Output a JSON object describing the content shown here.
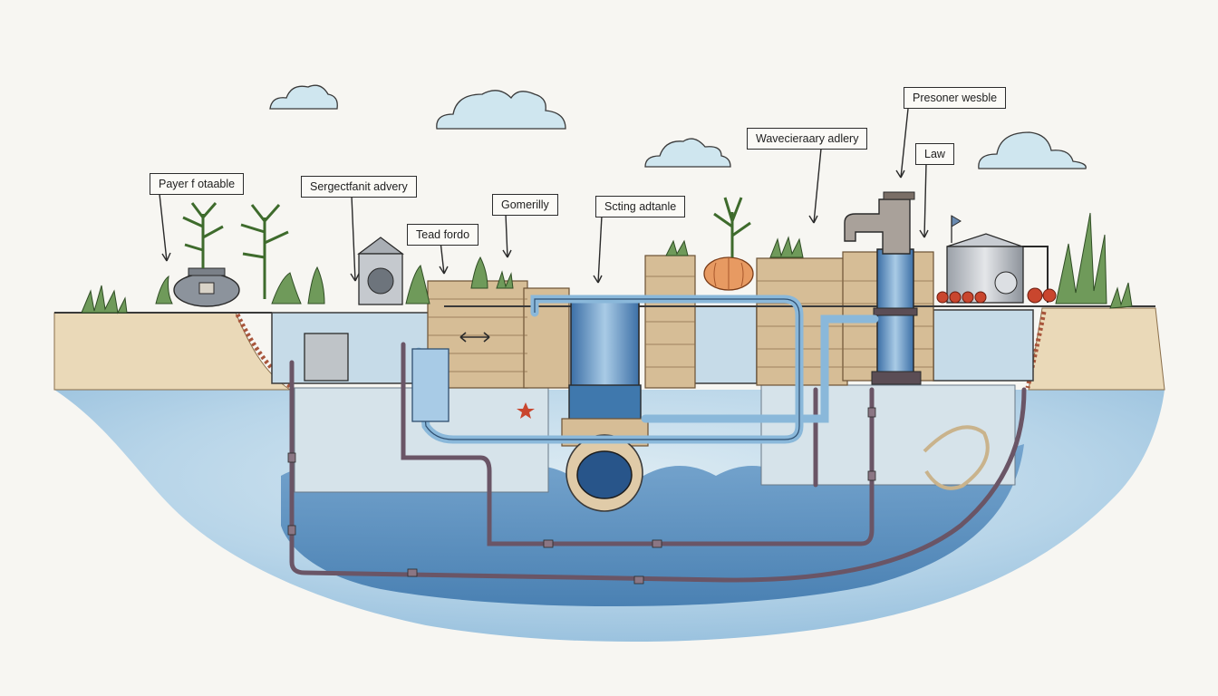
{
  "labels": {
    "payer_fotaable": "Payer f otaable",
    "sergectfanit_advery": "Sergectfanit advery",
    "tead_fordo": "Tead fordo",
    "gomerilly": "Gomerilly",
    "scting_adtanle": "Scting adtanle",
    "wavecieary_adlery": "Wavecieraary adlery",
    "presoner_wesble": "Presoner wesble",
    "law": "Law"
  },
  "colors": {
    "water_light": "#bcd8ea",
    "water_deep": "#4f88bb",
    "soil": "#e9dcc1",
    "brick": "#c9ad87",
    "pipe_blue": "#8ab8da",
    "pipe_purple": "#6a5566",
    "plant": "#6f9a5a",
    "cloud": "#cfe6ef",
    "ink": "#2c2c2c"
  },
  "icons": [
    "cloud-icon",
    "plant-icon",
    "tank-icon",
    "pump-icon",
    "pumpkin-icon",
    "arrow-icon",
    "star-icon"
  ]
}
